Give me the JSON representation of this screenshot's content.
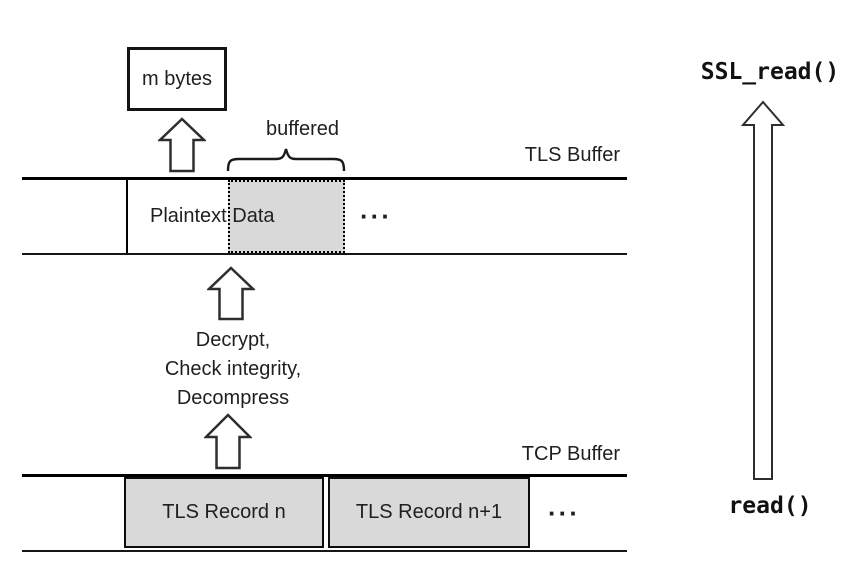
{
  "diagram": {
    "m_bytes_label": "m bytes",
    "buffered_label": "buffered",
    "tls_buffer_label": "TLS Buffer",
    "plaintext_data_label": "Plaintext Data",
    "tls_buffer_ellipsis": "···",
    "process_steps": [
      "Decrypt,",
      "Check integrity,",
      "Decompress"
    ],
    "tcp_buffer_label": "TCP Buffer",
    "tls_record_n_label": "TLS Record n",
    "tls_record_n1_label": "TLS Record n+1",
    "tcp_buffer_ellipsis": "···",
    "ssl_read_label": "SSL_read()",
    "read_label": "read()",
    "colors": {
      "background": "#ffffff",
      "shaded_region_fill": "#d9d9d9",
      "line_color": "#000000",
      "arrow_outline": "#2e2e2e",
      "text_color": "#1f1f1f"
    }
  }
}
